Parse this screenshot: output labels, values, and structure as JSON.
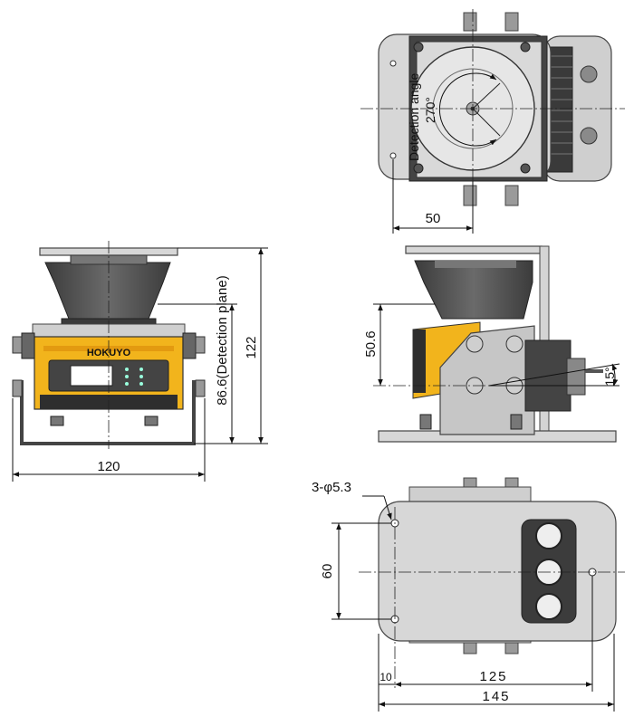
{
  "brand": "HOKUYO",
  "colors": {
    "sensor_body": "#f2b41c",
    "bracket_gray": "#d7d7d7",
    "head_dark": "#4a4a4a",
    "ink": "#111111"
  },
  "top_view": {
    "detection_angle_label": "Detection angle",
    "detection_angle_value": "270°",
    "dim_width": "50"
  },
  "front_view": {
    "dim_width": "120",
    "dim_height_total": "122",
    "dim_detection_plane": "86.6(Detection plane)"
  },
  "side_view": {
    "dim_offset": "50.6",
    "dim_tilt": "15°"
  },
  "bottom_view": {
    "hole_spec": "3-φ5.3",
    "dim_hole_pitch": "60",
    "dim_edge": "10",
    "dim_hole_span": "125",
    "dim_overall": "145"
  }
}
